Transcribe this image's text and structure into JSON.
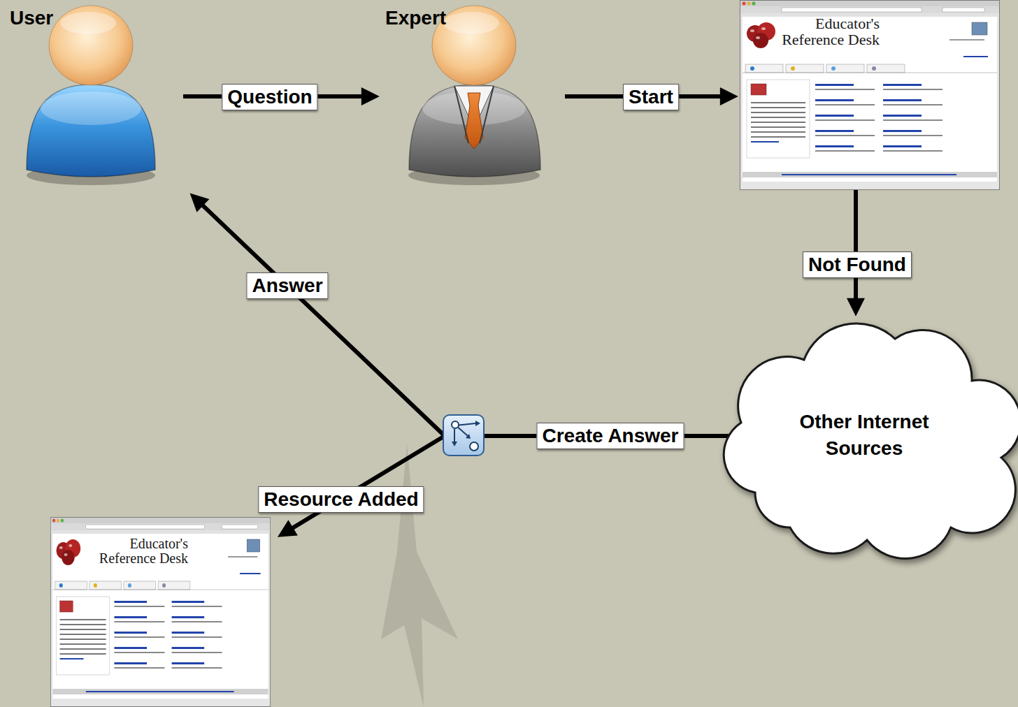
{
  "diagram": {
    "nodes": [
      {
        "text": [
          "User"
        ]
      },
      {
        "text": [
          "Expert"
        ]
      },
      {
        "text": [
          "Educator's Reference Desk"
        ]
      },
      {
        "text": [
          "Other Internet Sources"
        ]
      },
      {
        "text": [
          "Educator's Reference Desk"
        ]
      }
    ],
    "edges": [
      {
        "from": 0,
        "to": 1,
        "label": "Question",
        "arrow": "to"
      },
      {
        "from": 1,
        "to": 2,
        "label": "Start",
        "arrow": "to"
      },
      {
        "from": 2,
        "to": 3,
        "label": "Not Found",
        "arrow": "to"
      },
      {
        "from": 3,
        "to": 0,
        "label": "Answer",
        "arrow": "to"
      },
      {
        "from": 3,
        "to": 4,
        "label": "Resource Added",
        "arrow": "to"
      }
    ],
    "labels": [
      "Create Answer"
    ]
  }
}
